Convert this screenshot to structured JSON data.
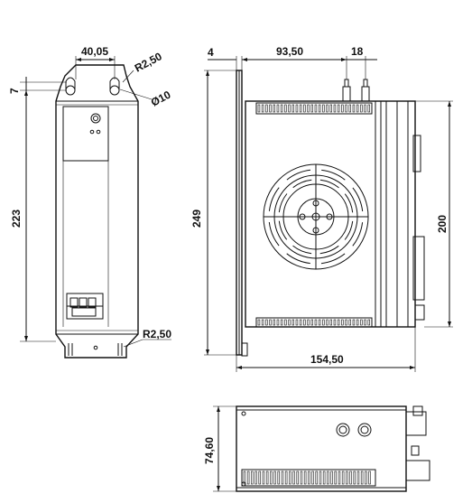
{
  "dimensions": {
    "front_top_width": "40,05",
    "front_top_radius": "R2,50",
    "front_top_offset": "7",
    "front_hole_diameter": "Ø10",
    "front_height": "223",
    "front_bottom_radius": "R2,50",
    "side_flange_thickness": "4",
    "side_connector_position": "93,50",
    "side_connector_spacing": "18",
    "side_total_height": "249",
    "side_body_height": "200",
    "side_depth": "154,50",
    "bottom_height": "74,60"
  }
}
